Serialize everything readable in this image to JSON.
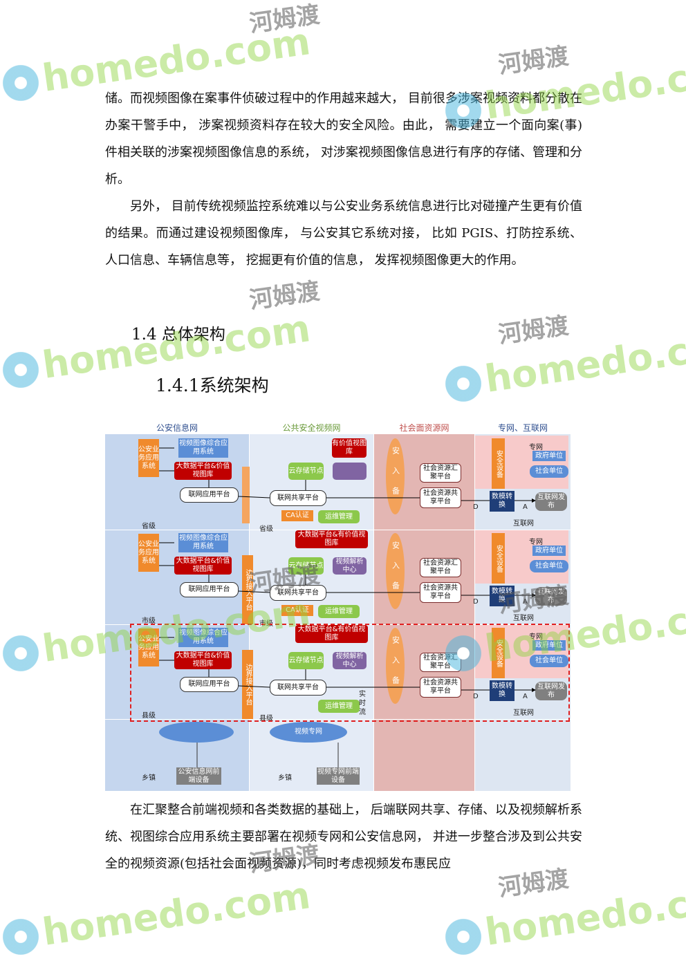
{
  "paragraphs": [
    "储。而视频图像在案事件侦破过程中的作用越来越大， 目前很多涉案视频资料都分散在办案干警手中， 涉案视频资料存在较大的安全风险。由此， 需要建立一个面向案(事) 件相关联的涉案视频图像信息的系统， 对涉案视频图像信息进行有序的存储、管理和分析。",
    "另外， 目前传统视频监控系统难以与公安业务系统信息进行比对碰撞产生更有价值的结果。而通过建设视频图像库， 与公安其它系统对接， 比如 PGIS、打防控系统、人口信息、车辆信息等， 挖掘更有价值的信息， 发挥视频图像更大的作用。",
    "在汇聚整合前端视频和各类数据的基础上， 后端联网共享、存储、以及视频解析系统、视图综合应用系统主要部署在视频专网和公安信息网， 并进一步整合涉及到公共安全的视频资源(包括社会面视频资源)，同时考虑视频发布惠民应"
  ],
  "headings": {
    "h2": "1.4 总体架构",
    "h3": "1.4.1系统架构"
  },
  "diagram": {
    "columns": [
      "公安信息网",
      "公共安全视频网",
      "社会面资源网",
      "专网、互联网"
    ],
    "tiers": [
      {
        "level": "省级",
        "app_system": "公安业务应用系统",
        "video_app": "视频图像综合应用系统",
        "bigdata": "大数据平台&价值视图库",
        "app_platform": "联网应用平台",
        "border": "",
        "value_lib": "有价值视图库",
        "cloud": "云存储节点",
        "analysis": "",
        "share_platform": "联网共享平台",
        "ca": "CA认证",
        "ops": "运维管理",
        "safe_in": "安入备",
        "social_gather": "社会资源汇聚平台",
        "social_share": "社会资源共享平台",
        "safe_dev": "安全设备",
        "private_net": "专网",
        "gov": "政府单位",
        "social_unit": "社会单位",
        "dm": "数模转换",
        "publish": "互联网发布",
        "internet": "互联网"
      },
      {
        "level": "市级",
        "app_system": "公安业务应用系统",
        "video_app": "视频图像综合应用系统",
        "bigdata": "大数据平台&价值视图库",
        "app_platform": "联网应用平台",
        "border": "边界接入平台",
        "value_lib": "大数据平台&有价值视图库",
        "cloud": "云存储节点",
        "analysis": "视频解析中心",
        "share_platform": "联网共享平台",
        "ca": "CA认证",
        "ops": "运维管理",
        "safe_in": "安入备",
        "social_gather": "社会资源汇聚平台",
        "social_share": "社会资源共享平台",
        "safe_dev": "安全设备",
        "private_net": "专网",
        "gov": "政府单位",
        "social_unit": "社会单位",
        "dm": "数模转换",
        "publish": "互联网发布",
        "internet": "互联网"
      },
      {
        "level": "县级",
        "app_system": "公安业务应用系统",
        "video_app": "视频图像综合应用系统",
        "bigdata": "大数据平台&价值视图库",
        "app_platform": "联网应用平台",
        "border": "边界接入平台",
        "value_lib": "大数据平台&有价值视图库",
        "cloud": "云存储节点",
        "analysis": "视频解析中心",
        "share_platform": "联网共享平台",
        "ca": "",
        "ops": "运维管理",
        "safe_in": "安入备",
        "social_gather": "社会资源汇聚平台",
        "social_share": "社会资源共享平台",
        "safe_dev": "安全设备",
        "private_net": "专网",
        "gov": "政府单位",
        "social_unit": "社会单位",
        "dm": "数模转换",
        "publish": "互联网发布",
        "internet": "互联网"
      }
    ],
    "realtime": "实时流",
    "town": "乡镇",
    "cloud_police": "",
    "cloud_video": "视频专网",
    "police_front": "公安信息网前端设备",
    "video_front": "视频专网前端设备",
    "markers": {
      "d": "D",
      "a": "A"
    }
  },
  "watermark": {
    "text": "homedo.com",
    "cn": "河姆渡"
  },
  "colors": {
    "police_col": "#c5d6ee",
    "video_col": "#e4ebf6",
    "social_col": "#e3b6b3",
    "net_col": "#dde6f2",
    "pink": "#f7caca"
  }
}
